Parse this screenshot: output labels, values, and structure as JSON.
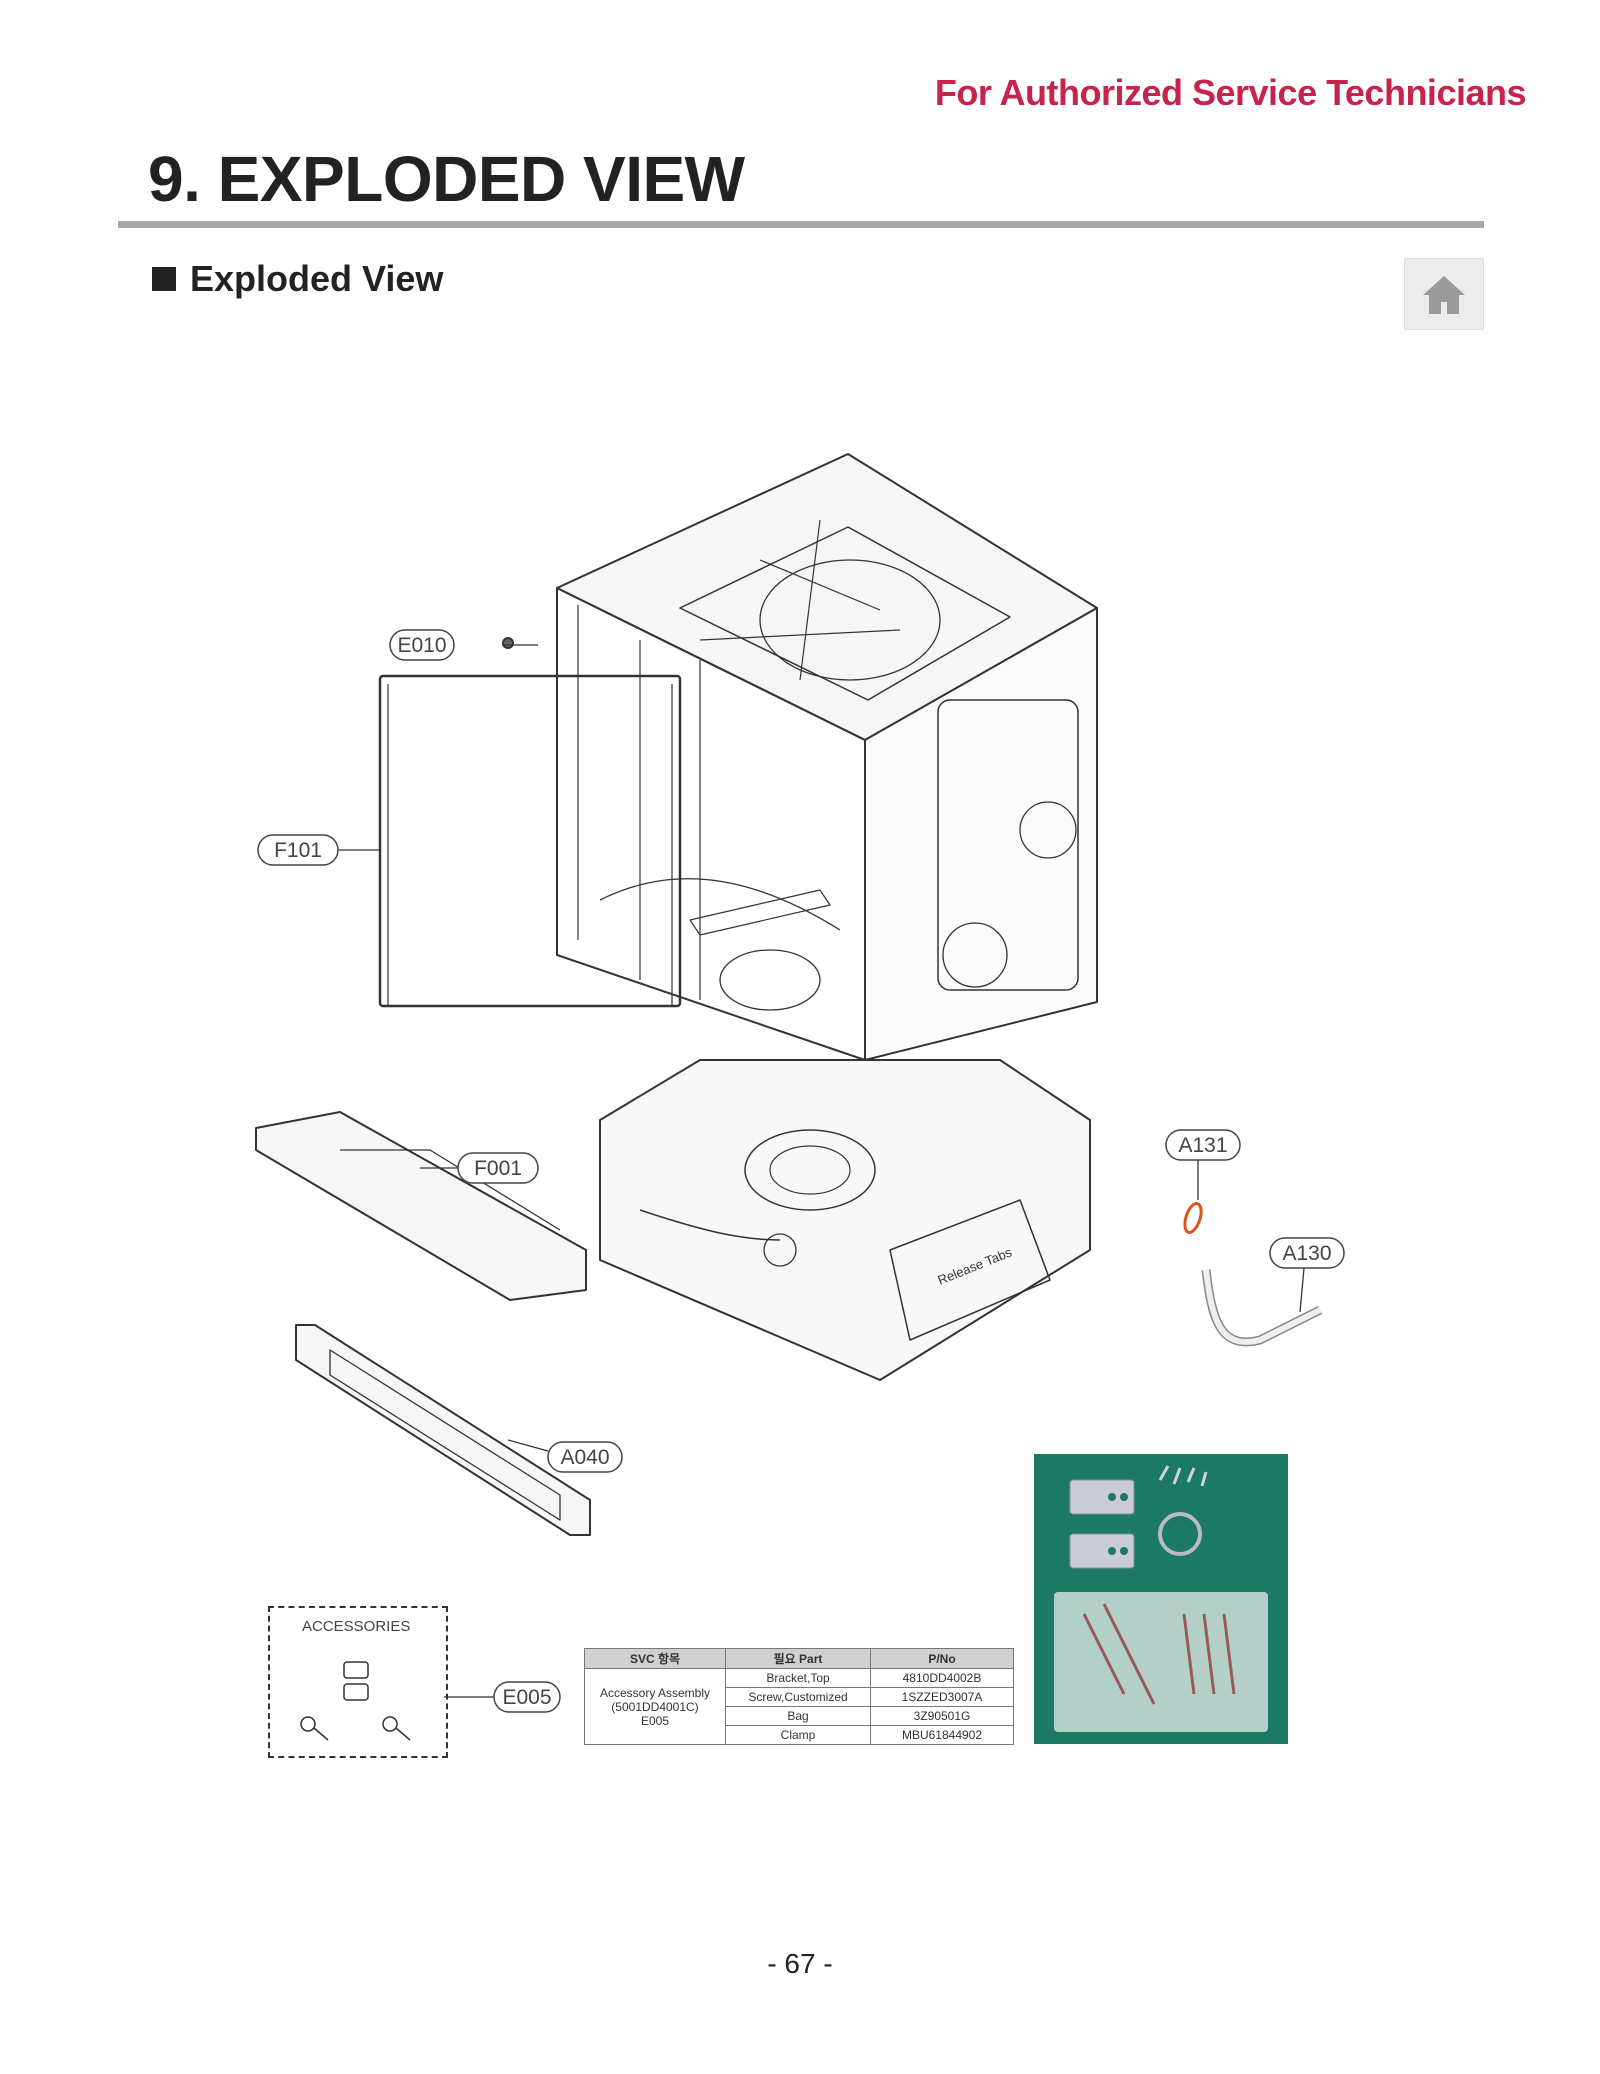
{
  "header": {
    "note": "For Authorized Service Technicians",
    "chapter_title": "9. EXPLODED VIEW",
    "section_title": "Exploded View"
  },
  "icons": {
    "home": "home-icon"
  },
  "callouts": {
    "e010": "E010",
    "f101": "F101",
    "f001": "F001",
    "a131": "A131",
    "a130": "A130",
    "a040": "A040",
    "e005": "E005"
  },
  "accessories": {
    "title": "ACCESSORIES"
  },
  "svc_table": {
    "headers": [
      "SVC 항목",
      "필요 Part",
      "P/No"
    ],
    "item_lines": [
      "Accessory Assembly",
      "(5001DD4001C)",
      "E005"
    ],
    "rows": [
      {
        "part": "Bracket,Top",
        "pno": "4810DD4002B"
      },
      {
        "part": "Screw,Customized",
        "pno": "1SZZED3007A"
      },
      {
        "part": "Bag",
        "pno": "3Z90501G"
      },
      {
        "part": "Clamp",
        "pno": "MBU61844902"
      }
    ]
  },
  "colors": {
    "accent": "#c8234a",
    "photo_background": "#1c7a62",
    "o_ring": "#d9541e"
  },
  "footer": {
    "page_number": "- 67 -"
  }
}
